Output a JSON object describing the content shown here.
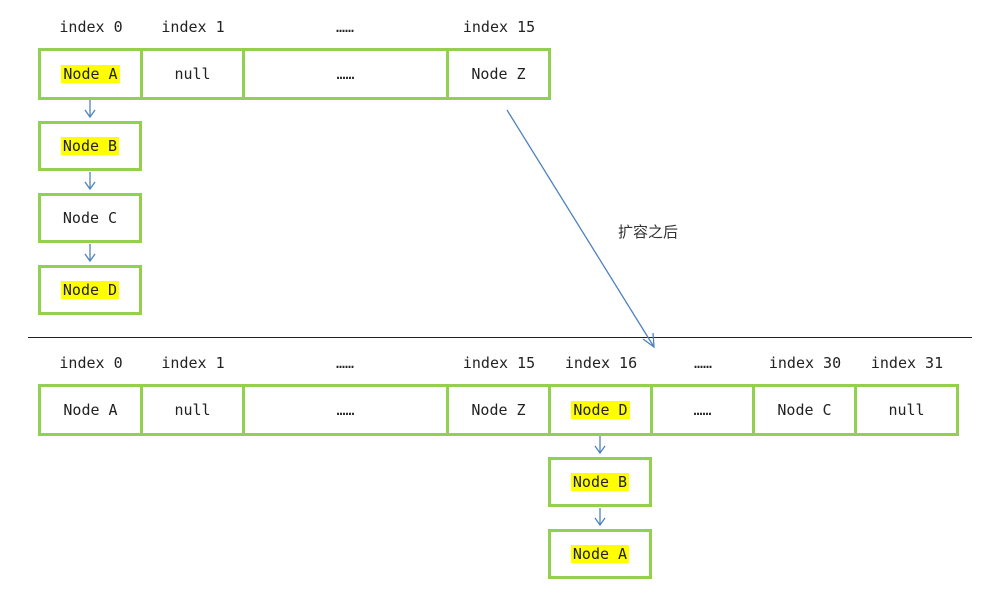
{
  "colors": {
    "border": "#92d050",
    "highlight": "#ffff00",
    "arrow": "#4f81bd"
  },
  "before": {
    "labels": [
      "index 0",
      "index 1",
      "……",
      "index 15"
    ],
    "cells": [
      {
        "text": "Node A",
        "highlighted": true
      },
      {
        "text": "null",
        "highlighted": false
      },
      {
        "text": "……",
        "highlighted": false
      },
      {
        "text": "Node Z",
        "highlighted": false
      }
    ],
    "chain": [
      {
        "text": "Node B",
        "highlighted": true
      },
      {
        "text": "Node C",
        "highlighted": false
      },
      {
        "text": "Node D",
        "highlighted": true
      }
    ]
  },
  "transition_label": "扩容之后",
  "after": {
    "labels": [
      "index 0",
      "index 1",
      "……",
      "index 15",
      "index 16",
      "……",
      "index 30",
      "index 31"
    ],
    "cells": [
      {
        "text": "Node A",
        "highlighted": false
      },
      {
        "text": "null",
        "highlighted": false
      },
      {
        "text": "……",
        "highlighted": false
      },
      {
        "text": "Node Z",
        "highlighted": false
      },
      {
        "text": "Node D",
        "highlighted": true
      },
      {
        "text": "……",
        "highlighted": false
      },
      {
        "text": "Node C",
        "highlighted": false
      },
      {
        "text": "null",
        "highlighted": false
      }
    ],
    "chain": [
      {
        "text": "Node B",
        "highlighted": true
      },
      {
        "text": "Node A",
        "highlighted": true
      }
    ]
  }
}
